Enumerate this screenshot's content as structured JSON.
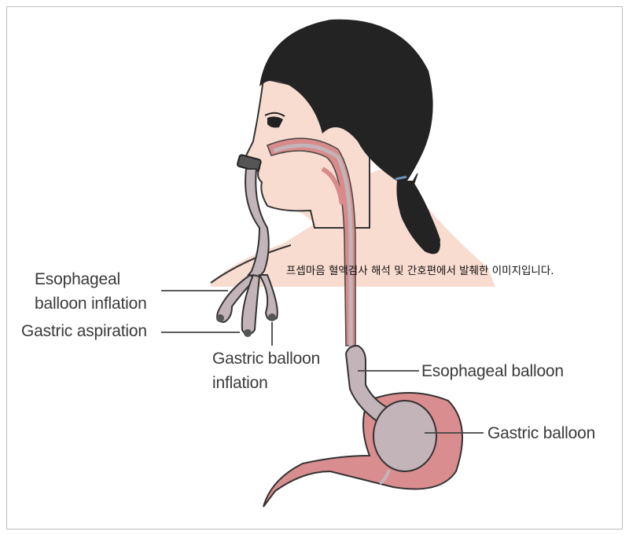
{
  "labels": {
    "esophageal_balloon_inflation": [
      "Esophageal",
      "balloon inflation"
    ],
    "gastric_aspiration": "Gastric aspiration",
    "gastric_balloon_inflation": [
      "Gastric balloon",
      "inflation"
    ],
    "esophageal_balloon": "Esophageal balloon",
    "gastric_balloon": "Gastric balloon"
  },
  "caption": "프셉마음 혈액검사 해석 및 간호편에서 발췌한 이미지입니다.",
  "colors": {
    "skin": "#f9dcd0",
    "hair": "#222222",
    "tube": "#c2b4b8",
    "stomach": "#d98d8f",
    "mucosa": "#d98a8a"
  }
}
